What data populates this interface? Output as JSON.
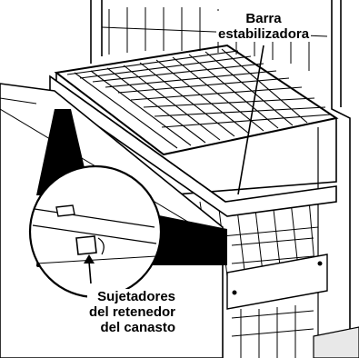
{
  "callouts": {
    "stabilizer_bar": {
      "line1": "Barra",
      "line2": "estabilizadora"
    },
    "basket_holders": {
      "line1": "Sujetadores",
      "line2": "del retenedor",
      "line3": "del canasto"
    }
  },
  "colors": {
    "ink": "#000000",
    "paper": "#ffffff",
    "shade": "#e8e8e8"
  }
}
